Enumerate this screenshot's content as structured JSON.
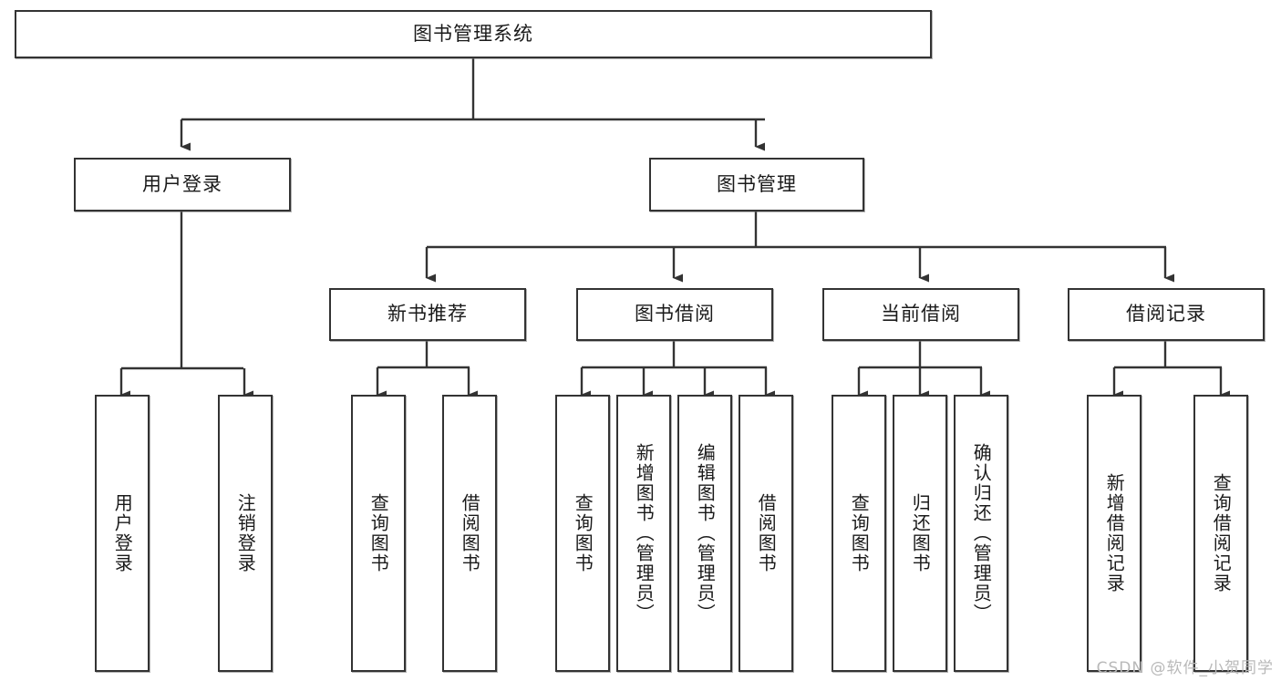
{
  "diagram": {
    "title": "图书管理系统",
    "type": "tree-hierarchy-chart",
    "root": {
      "label": "图书管理系统"
    },
    "level2": [
      {
        "label": "用户登录"
      },
      {
        "label": "图书管理"
      }
    ],
    "level3": [
      {
        "label": "新书推荐"
      },
      {
        "label": "图书借阅"
      },
      {
        "label": "当前借阅"
      },
      {
        "label": "借阅记录"
      }
    ],
    "leaves": {
      "user_login": [
        {
          "label": "用户登录"
        },
        {
          "label": "注销登录"
        }
      ],
      "new_book_recommend": [
        {
          "label": "查询图书"
        },
        {
          "label": "借阅图书"
        }
      ],
      "book_borrow": [
        {
          "label": "查询图书"
        },
        {
          "label": "新增图书（管理员）"
        },
        {
          "label": "编辑图书（管理员）"
        },
        {
          "label": "借阅图书"
        }
      ],
      "current_borrow": [
        {
          "label": "查询图书"
        },
        {
          "label": "归还图书"
        },
        {
          "label": "确认归还（管理员）"
        }
      ],
      "borrow_record": [
        {
          "label": "新增借阅记录"
        },
        {
          "label": "查询借阅记录"
        }
      ]
    }
  },
  "watermark": {
    "text": "CSDN @软件_小贺同学"
  },
  "colors": {
    "stroke": "#333333",
    "background": "#ffffff",
    "text": "#1a1a1a",
    "watermark": "#b9b9b9"
  }
}
